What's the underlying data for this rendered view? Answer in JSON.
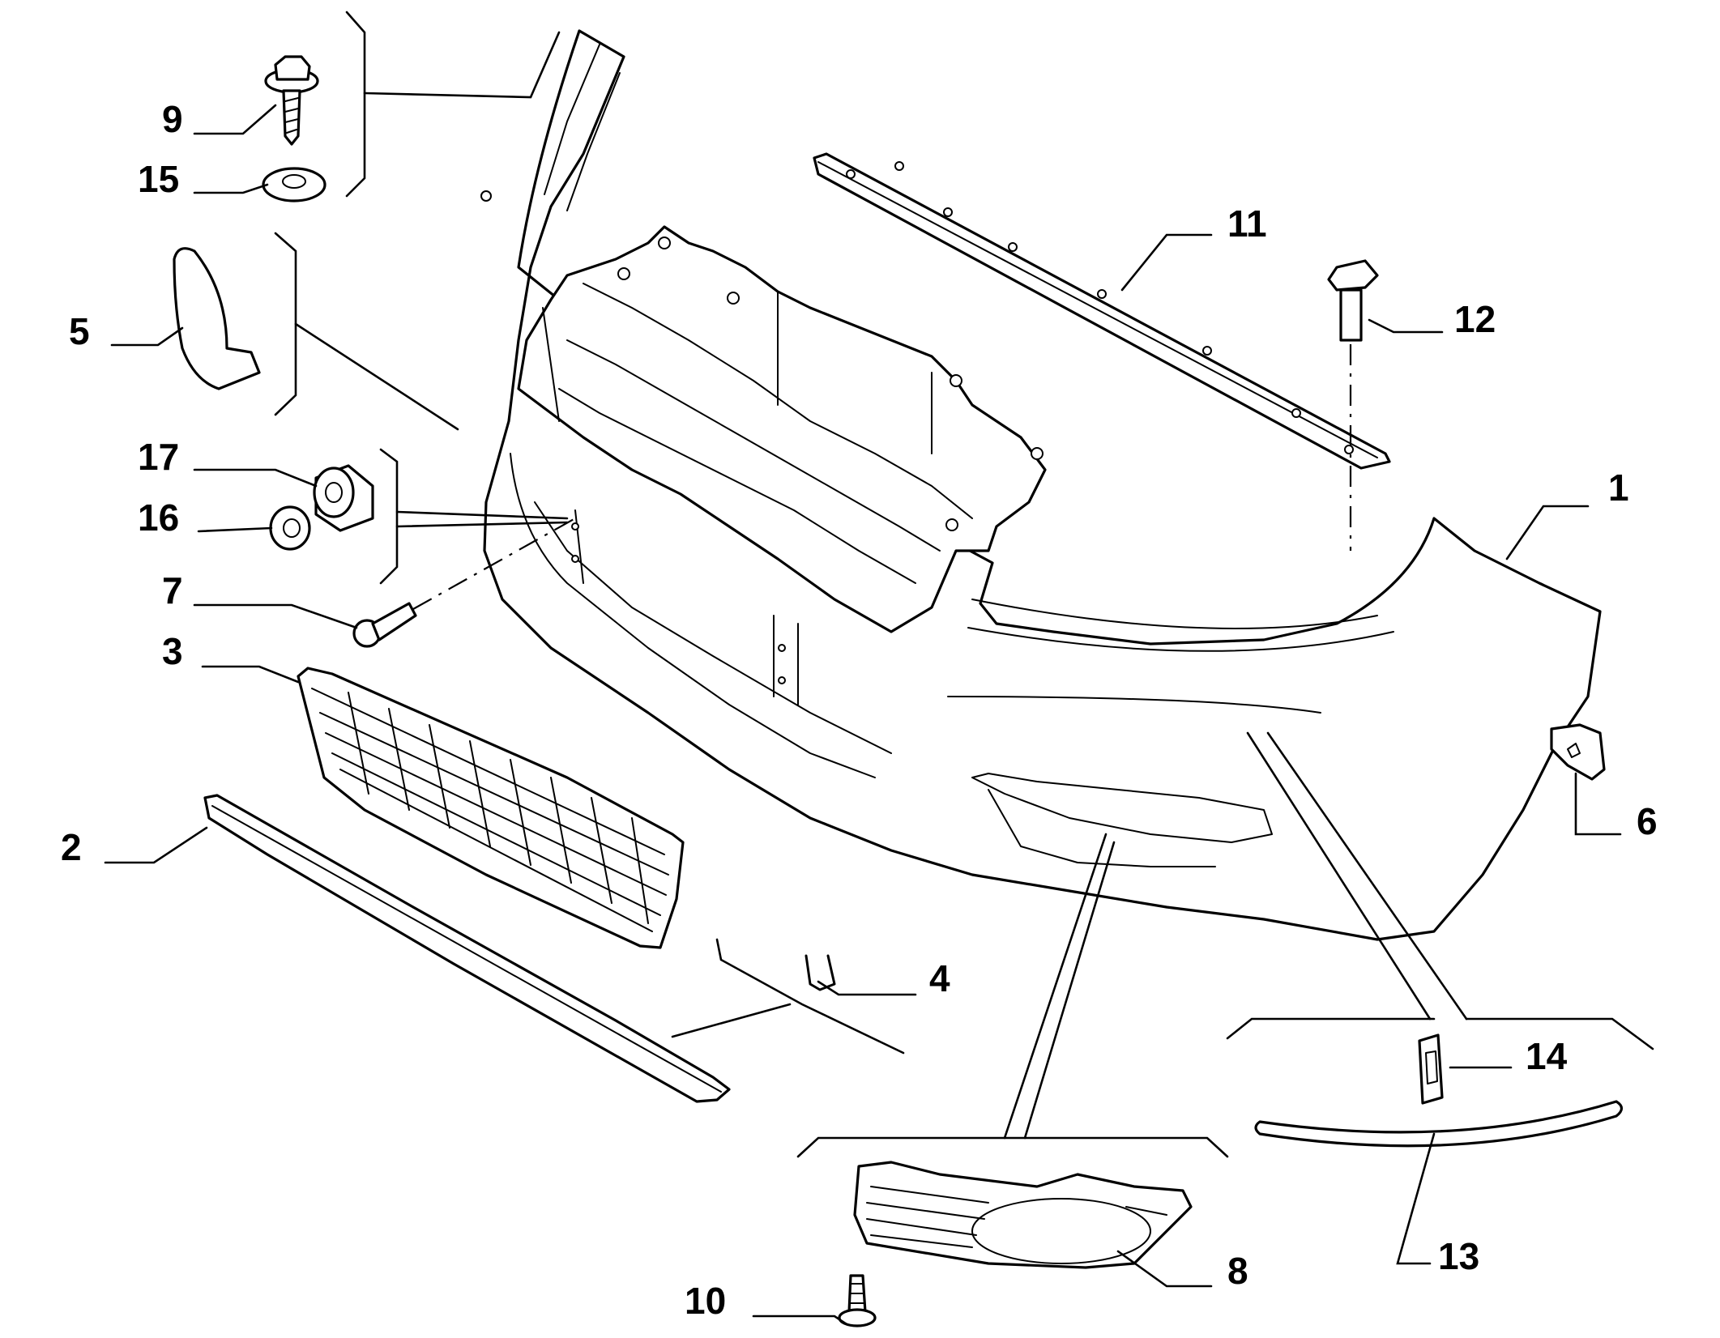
{
  "callouts": [
    {
      "number": "1",
      "part": "bumper-cover"
    },
    {
      "number": "2",
      "part": "lower-trim-strip"
    },
    {
      "number": "3",
      "part": "center-grille"
    },
    {
      "number": "4",
      "part": "u-clip"
    },
    {
      "number": "5",
      "part": "tow-hook-cover"
    },
    {
      "number": "6",
      "part": "side-bracket-clip"
    },
    {
      "number": "7",
      "part": "screw"
    },
    {
      "number": "8",
      "part": "fog-lamp-grille"
    },
    {
      "number": "9",
      "part": "flange-bolt"
    },
    {
      "number": "10",
      "part": "push-pin-fastener"
    },
    {
      "number": "11",
      "part": "upper-mounting-rail"
    },
    {
      "number": "12",
      "part": "hex-bolt"
    },
    {
      "number": "13",
      "part": "chrome-moulding"
    },
    {
      "number": "14",
      "part": "moulding-clip"
    },
    {
      "number": "15",
      "part": "washer"
    },
    {
      "number": "16",
      "part": "flat-washer"
    },
    {
      "number": "17",
      "part": "spacer-bushing"
    }
  ],
  "colors": {
    "line": "#000000",
    "background": "#ffffff"
  }
}
